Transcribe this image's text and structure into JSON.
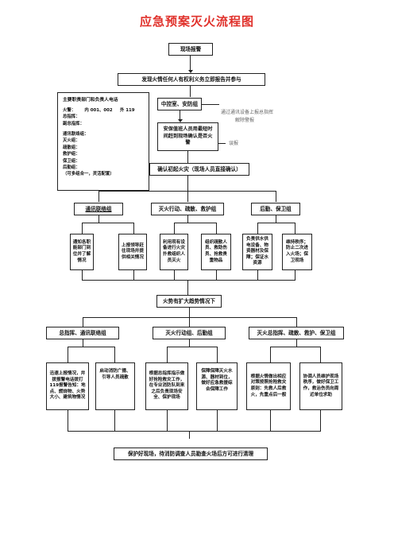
{
  "title": "应急预案灭火流程图",
  "step1": "现场报警",
  "step2": "发现火情任何人有权利义务立即报告并参与",
  "contact": {
    "heading": "主要职责部门和负责人电话",
    "fire_line": "火警：      内 001、002     外 119",
    "lines": [
      "总指挥：",
      "副总指挥：",
      "",
      "通讯联络组：",
      "灭火组：",
      "疏散组：",
      "救护组：",
      "保卫组：",
      "后勤组：",
      "（可多组合一，灵活配置）"
    ]
  },
  "control_room": "中控室、安防组",
  "security_check": "安保值班人员用最短时间赶到现场确认是否火警",
  "side_note_1": "通过通讯设备上报总指挥",
  "side_note_2": "解除警报",
  "side_note_3": "误报",
  "confirm": "确认初起火灾（现场人员直接确认）",
  "groups1": [
    "通讯联络组",
    "灭火行动、疏散、救护组",
    "后勤、保卫组"
  ],
  "tasks1": [
    "通知各职能部门到位并了解情况",
    "上报领导赶往现场并提供相关情况",
    "利用现有设备进行火灾扑救组织人员灭火",
    "组织疏散人员、救助伤员、抢救贵重物品",
    "负责供水供电设备、物资器材及保障；保证水资源",
    "维持秩序；防止二次进入火场；保卫现场"
  ],
  "escalate": "火势有扩大趋势情况下",
  "groups2": [
    "总指挥、通讯联络组",
    "灭火行动组、后勤组",
    "灭火总指挥、疏散、救护、保卫组"
  ],
  "tasks2": [
    "迅速上报情况，并拨报警电话拨打119报警告知：地点、燃烧物、火势大小、建筑物情况",
    "启动消防广播、引导人员疏散",
    "根据总指挥指示做好抢险救灾工作，在专业消防队到来之后负责现场安全、保护现场",
    "保障保障灭火水源、器材到位，做好应急救援综合保障工作",
    "根据火情做出相应对策按照抢险救灾原则：先救人后救火，先重点后一般",
    "协调人员维护现场秩序，做好保卫工作，救治伤员向周近单位求助"
  ],
  "final": "保护好现场，待消防调查人员勘查火场后方可进行清理"
}
